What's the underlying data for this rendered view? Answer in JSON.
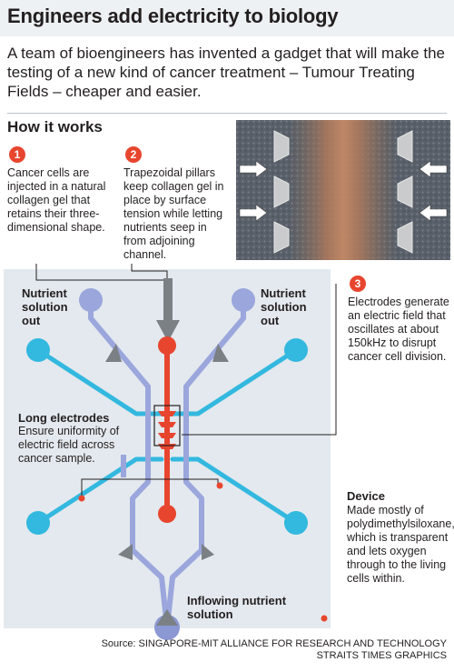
{
  "header": {
    "title": "Engineers add electricity to biology",
    "intro": "A team of bioengineers has invented a gadget that will make the testing of a new kind of cancer treatment – Tumour Treating Fields – cheaper and easier."
  },
  "how_it_works": {
    "title": "How it works",
    "steps": [
      {
        "number": "1",
        "text": "Cancer cells are injected in a natural collagen gel that retains their three-dimensional shape."
      },
      {
        "number": "2",
        "text": "Trapezoidal pillars keep collagen gel in place by surface tension while letting nutrients seep in from adjoining channel."
      },
      {
        "number": "3",
        "text": "Electrodes generate an electric field that oscillates at about 150kHz to disrupt cancer cell division."
      }
    ]
  },
  "diagram": {
    "outlet_left": "Nutrient solution out",
    "outlet_right": "Nutrient solution out",
    "electrodes_title": "Long electrodes",
    "electrodes_text": "Ensure uniformity of electric field across cancer sample.",
    "device_title": "Device",
    "device_text": "Made mostly of polydimethylsiloxane, which is transparent and lets oxygen through to the living cells within.",
    "inlet": "Inflowing nutrient solution"
  },
  "source": {
    "line1": "Source: SINGAPORE-MIT ALLIANCE FOR RESEARCH AND TECHNOLOGY",
    "line2": "STRAITS TIMES GRAPHICS"
  },
  "colors": {
    "accent_red": "#e8452f",
    "electrode_cyan": "#33b8df",
    "channel_lavender": "#9aa6dc",
    "device_bg": "#e3e9ee"
  }
}
